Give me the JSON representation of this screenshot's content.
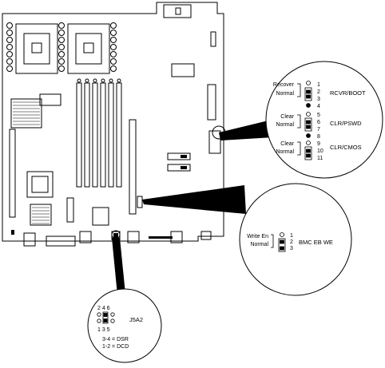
{
  "callouts": {
    "rcvr": {
      "title": "RCVR/BOOT",
      "rows": [
        {
          "label": "Recover",
          "pin": "1"
        },
        {
          "label": "Normal",
          "pin": "2"
        },
        {
          "label": "",
          "pin": "3"
        },
        {
          "label": "",
          "pin": "4"
        }
      ]
    },
    "clr_pswd": {
      "title": "CLR/PSWD",
      "rows": [
        {
          "label": "",
          "pin": "5"
        },
        {
          "label": "Clear",
          "pin": "6"
        },
        {
          "label": "Normal",
          "pin": "7"
        },
        {
          "label": "",
          "pin": "8"
        }
      ]
    },
    "clr_cmos": {
      "title": "CLR/CMOS",
      "rows": [
        {
          "label": "Clear",
          "pin": "9"
        },
        {
          "label": "Normal",
          "pin": "10"
        },
        {
          "label": "",
          "pin": "11"
        }
      ]
    },
    "bmc": {
      "title": "BMC EB WE",
      "rows": [
        {
          "label": "Write En",
          "pin": "1"
        },
        {
          "label": "Normal",
          "pin": "2"
        },
        {
          "label": "",
          "pin": "3"
        }
      ]
    },
    "j5a2": {
      "title": "J5A2",
      "top_pins": "2 4 6",
      "bottom_pins": "1 3 5",
      "notes": [
        "3-4 = DSR",
        "1-2 = DCD"
      ]
    }
  }
}
